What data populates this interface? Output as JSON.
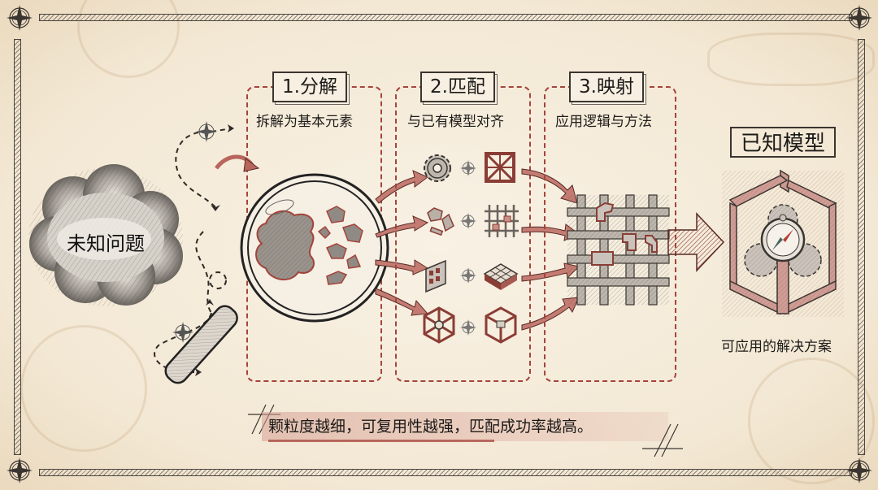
{
  "source": {
    "label": "未知问题",
    "icon": "fog-cloud-icon"
  },
  "stages": [
    {
      "title": "1.分解",
      "subtitle": "拆解为基本元素",
      "icon": "magnifying-glass-icon"
    },
    {
      "title": "2.匹配",
      "subtitle": "与已有模型对齐",
      "icon": "component-pair-icons"
    },
    {
      "title": "3.映射",
      "subtitle": "应用逻辑与方法",
      "icon": "grid-lattice-icon"
    }
  ],
  "result": {
    "title": "已知模型",
    "subtitle": "可应用的解决方案",
    "icon": "framework-cube-compass-icon"
  },
  "match_rows": [
    {
      "left": "gear",
      "right": "braced-frame"
    },
    {
      "left": "fragments",
      "right": "grid-with-pieces"
    },
    {
      "left": "panel",
      "right": "block-grid"
    },
    {
      "left": "wire-cube",
      "right": "solid-cube"
    }
  ],
  "banner": {
    "text": "颗粒度越细，可复用性越强，匹配成功率越高。"
  },
  "colors": {
    "paper": "#f5ecdc",
    "accent_red": "#a5443c",
    "ink": "#1c1a18",
    "banner_fill": "#d9a89c"
  }
}
